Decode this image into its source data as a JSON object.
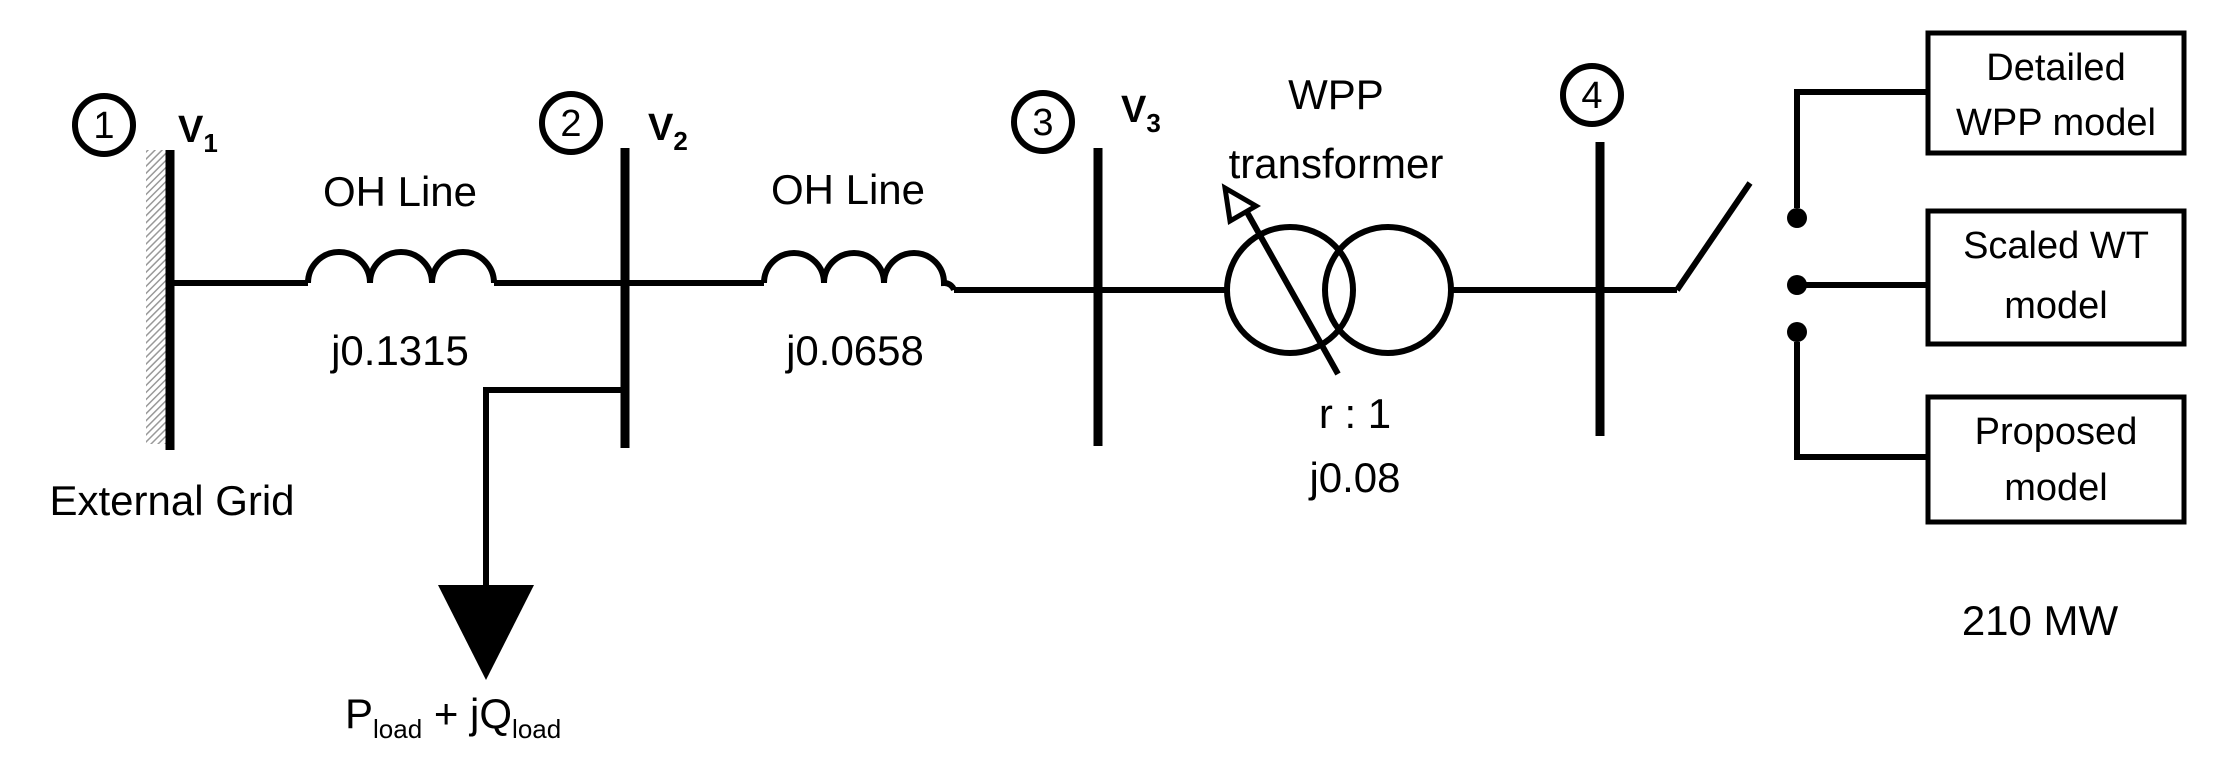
{
  "buses": [
    {
      "number": "1",
      "voltage_symbol": "V",
      "voltage_index": "1"
    },
    {
      "number": "2",
      "voltage_symbol": "V",
      "voltage_index": "2"
    },
    {
      "number": "3",
      "voltage_symbol": "V",
      "voltage_index": "3"
    },
    {
      "number": "4"
    }
  ],
  "external_grid_label": "External Grid",
  "lines": [
    {
      "label": "OH Line",
      "impedance": "j0.1315"
    },
    {
      "label": "OH Line",
      "impedance": "j0.0658"
    }
  ],
  "load": {
    "p": "P",
    "p_sub": "load",
    "plus": " + j",
    "q": "Q",
    "q_sub": "load"
  },
  "transformer": {
    "title_line1": "WPP",
    "title_line2": "transformer",
    "ratio": "r : 1",
    "impedance": "j0.08"
  },
  "models": [
    {
      "line1": "Detailed",
      "line2": "WPP model"
    },
    {
      "line1": "Scaled WT",
      "line2": "model"
    },
    {
      "line1": "Proposed",
      "line2": "model"
    }
  ],
  "capacity": "210 MW"
}
